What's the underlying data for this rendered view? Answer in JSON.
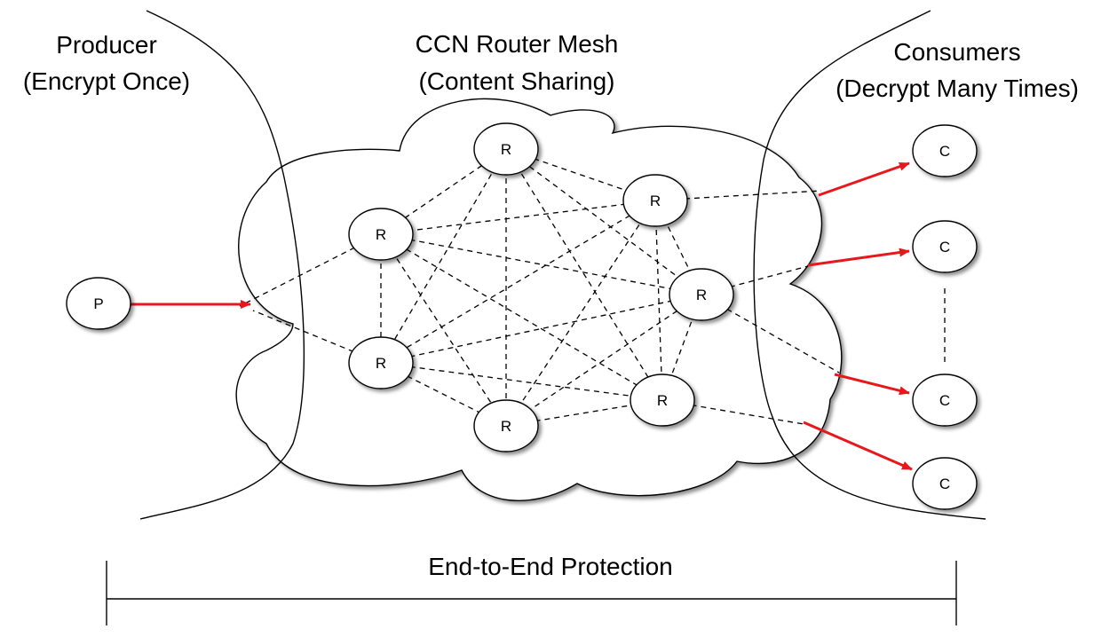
{
  "labels": {
    "producer_line1": "Producer",
    "producer_line2": "(Encrypt Once)",
    "mesh_line1": "CCN Router Mesh",
    "mesh_line2": "(Content Sharing)",
    "consumers_line1": "Consumers",
    "consumers_line2": "(Decrypt Many Times)",
    "span": "End-to-End Protection"
  },
  "nodes": {
    "producer": "P",
    "router": "R",
    "consumer": "C"
  },
  "colors": {
    "arrow": "#e8171b",
    "stroke": "#000000",
    "fill": "#ffffff"
  }
}
